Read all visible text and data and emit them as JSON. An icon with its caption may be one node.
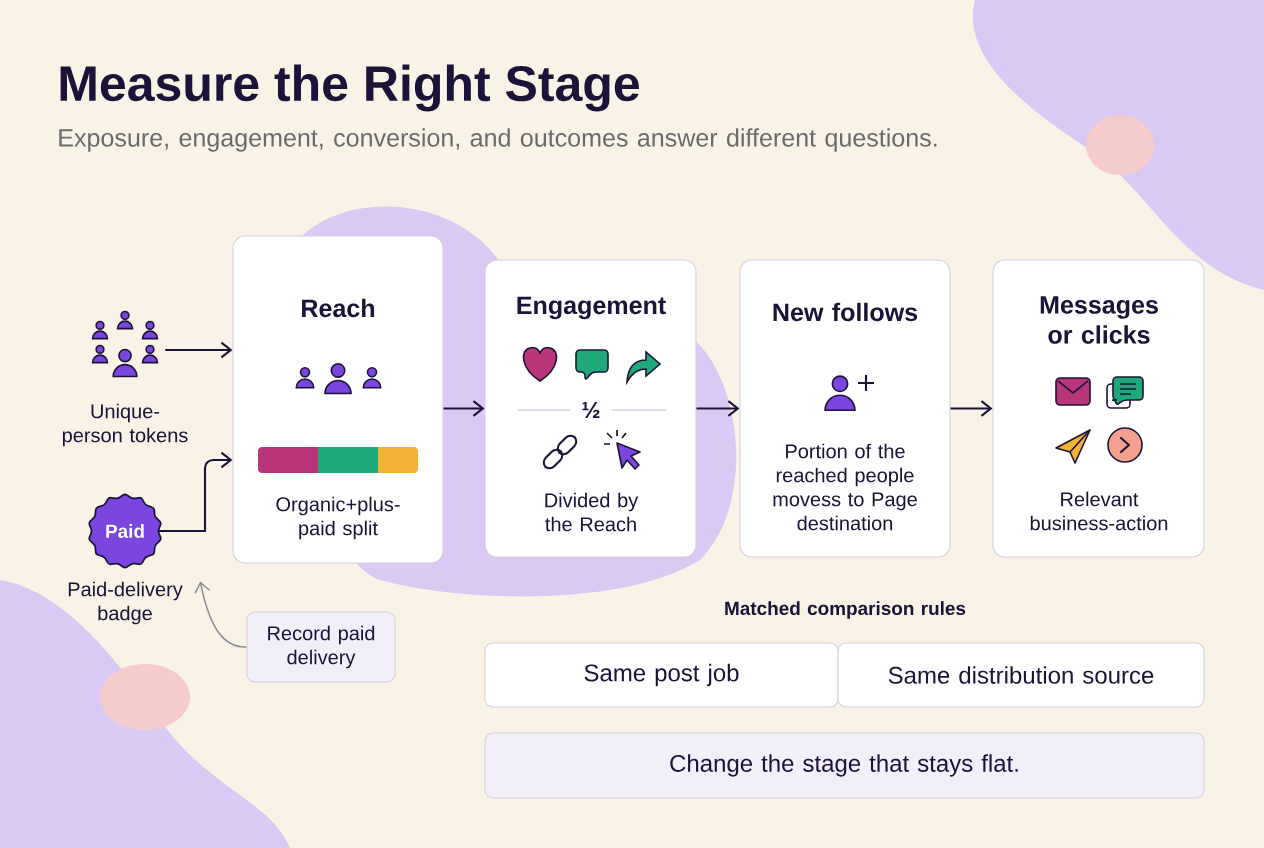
{
  "diagram": {
    "title": "Measure the Right Stage",
    "nodes": [
      {
        "text": [],
        "shape": "person",
        "beside": [
          "Unique-person tokens"
        ]
      },
      {
        "text": [
          "Paid"
        ],
        "beside": [
          "Paid-delivery badge"
        ]
      },
      {
        "text": [
          "Reach",
          "Organic+plus-paid split"
        ]
      },
      {
        "text": [
          "Engagement",
          "½",
          "Divided by the Reach"
        ]
      },
      {
        "text": [
          "New follows",
          "Portion of the reached people movess to Page destination"
        ]
      },
      {
        "text": [
          "Messages or clicks",
          "Relevant business-action"
        ]
      },
      {
        "text": [
          "Record paid delivery"
        ]
      },
      {
        "text": [
          "Same post job"
        ]
      },
      {
        "text": [
          "Same distribution source"
        ]
      },
      {
        "text": [
          "Change the stage that stays flat."
        ]
      }
    ],
    "edges": [
      {
        "from": 0,
        "to": 2,
        "arrow": "to"
      },
      {
        "from": 1,
        "to": 2,
        "arrow": "to"
      },
      {
        "from": 2,
        "to": 3,
        "arrow": "to"
      },
      {
        "from": 3,
        "to": 4,
        "arrow": "to"
      },
      {
        "from": 4,
        "to": 5,
        "arrow": "to"
      },
      {
        "from": 6,
        "to": 1,
        "arrow": "to",
        "color": "#8a8a94"
      }
    ],
    "labels": [
      "Exposure, engagement, conversion, and outcomes answer different questions.",
      "Matched comparison rules"
    ]
  }
}
